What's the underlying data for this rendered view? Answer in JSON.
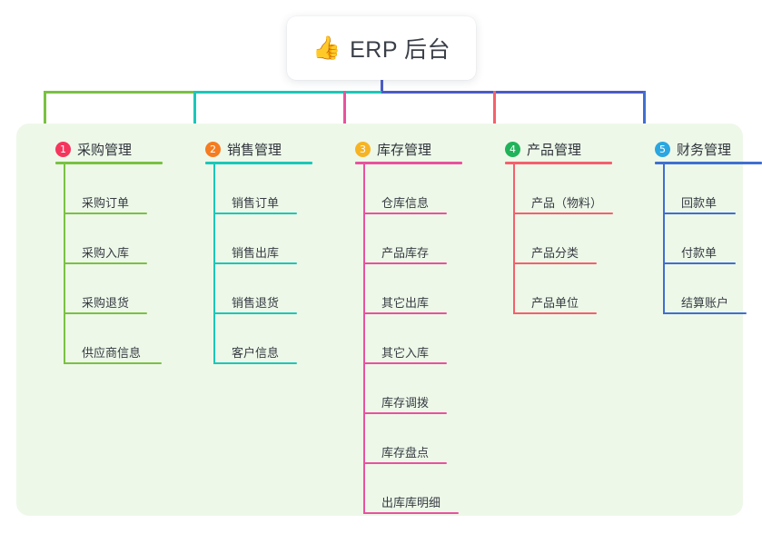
{
  "root": {
    "icon": "thumbs-up-icon",
    "icon_glyph": "👍",
    "title": "ERP 后台"
  },
  "panel": {
    "background_color": "#eef8e9"
  },
  "connector": {
    "root_stem_color": "#4b5bc4",
    "segments": [
      {
        "color": "#7ac143"
      },
      {
        "color": "#1cc7b8"
      },
      {
        "color": "#4b5bc4"
      }
    ]
  },
  "columns": [
    {
      "number": "1",
      "title": "采购管理",
      "badge_color": "#f5365c",
      "line_color": "#7ac143",
      "drop_color": "#7ac143",
      "rule_width": 118,
      "items": [
        {
          "label": "采购订单",
          "rule_width": 92
        },
        {
          "label": "采购入库",
          "rule_width": 92
        },
        {
          "label": "采购退货",
          "rule_width": 92
        },
        {
          "label": "供应商信息",
          "rule_width": 108
        }
      ]
    },
    {
      "number": "2",
      "title": "销售管理",
      "badge_color": "#f57c20",
      "line_color": "#1cc7b8",
      "drop_color": "#1cc7b8",
      "rule_width": 118,
      "items": [
        {
          "label": "销售订单",
          "rule_width": 92
        },
        {
          "label": "销售出库",
          "rule_width": 92
        },
        {
          "label": "销售退货",
          "rule_width": 92
        },
        {
          "label": "客户信息",
          "rule_width": 92
        }
      ]
    },
    {
      "number": "3",
      "title": "库存管理",
      "badge_color": "#f6b424",
      "line_color": "#e8529e",
      "drop_color": "#e8529e",
      "rule_width": 118,
      "items": [
        {
          "label": "仓库信息",
          "rule_width": 92
        },
        {
          "label": "产品库存",
          "rule_width": 92
        },
        {
          "label": "其它出库",
          "rule_width": 92
        },
        {
          "label": "其它入库",
          "rule_width": 92
        },
        {
          "label": "库存调拨",
          "rule_width": 92
        },
        {
          "label": "库存盘点",
          "rule_width": 92
        },
        {
          "label": "出库库明细",
          "rule_width": 105
        }
      ]
    },
    {
      "number": "4",
      "title": "产品管理",
      "badge_color": "#21b35a",
      "line_color": "#f4606c",
      "drop_color": "#f4606c",
      "rule_width": 118,
      "items": [
        {
          "label": "产品（物料）",
          "rule_width": 110
        },
        {
          "label": "产品分类",
          "rule_width": 92
        },
        {
          "label": "产品单位",
          "rule_width": 92
        }
      ]
    },
    {
      "number": "5",
      "title": "财务管理",
      "badge_color": "#2aa7e0",
      "line_color": "#3f6fd1",
      "drop_color": "#3f6fd1",
      "rule_width": 118,
      "items": [
        {
          "label": "回款单",
          "rule_width": 80
        },
        {
          "label": "付款单",
          "rule_width": 80
        },
        {
          "label": "结算账户",
          "rule_width": 92
        }
      ]
    }
  ]
}
